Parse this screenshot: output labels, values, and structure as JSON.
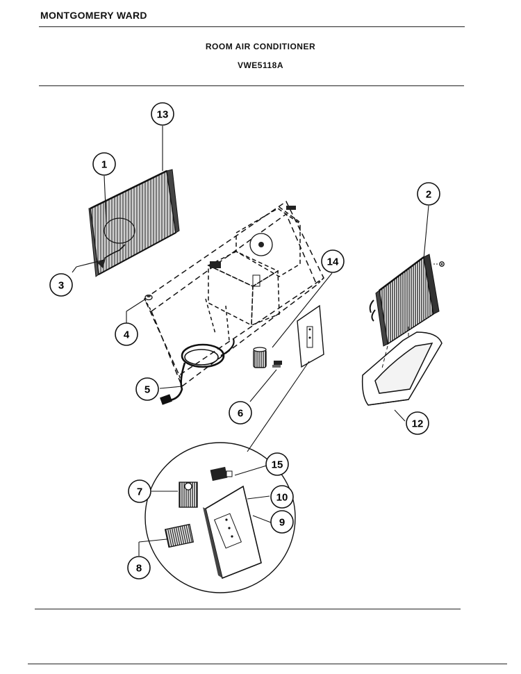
{
  "header": {
    "brand": "MONTGOMERY WARD",
    "title": "ROOM AIR CONDITIONER",
    "model": "VWE5118A"
  },
  "callouts": [
    "1",
    "2",
    "3",
    "4",
    "5",
    "6",
    "7",
    "8",
    "9",
    "10",
    "12",
    "13",
    "14",
    "15"
  ]
}
